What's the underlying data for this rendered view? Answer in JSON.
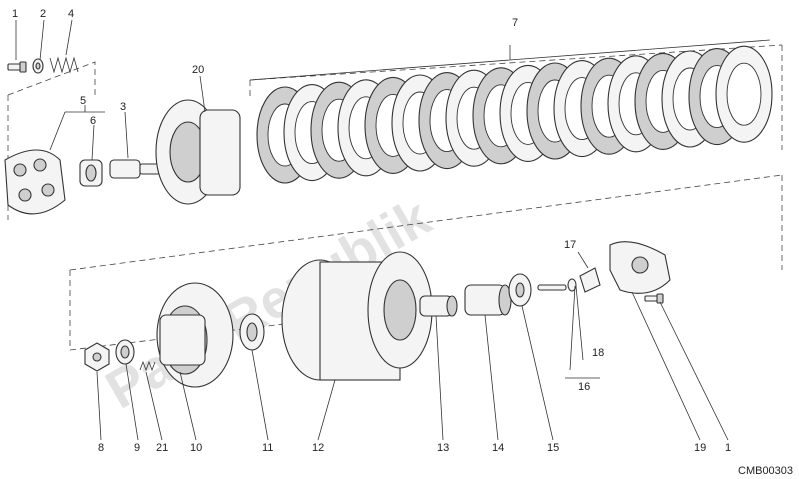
{
  "diagram": {
    "drawing_code": "CMB00303",
    "watermark": "PartsRepublik",
    "callouts": [
      {
        "id": "c1a",
        "label": "1"
      },
      {
        "id": "c2",
        "label": "2"
      },
      {
        "id": "c4",
        "label": "4"
      },
      {
        "id": "c5",
        "label": "5"
      },
      {
        "id": "c6",
        "label": "6"
      },
      {
        "id": "c3",
        "label": "3"
      },
      {
        "id": "c20",
        "label": "20"
      },
      {
        "id": "c7",
        "label": "7"
      },
      {
        "id": "c17",
        "label": "17"
      },
      {
        "id": "c18",
        "label": "18"
      },
      {
        "id": "c16",
        "label": "16"
      },
      {
        "id": "c8",
        "label": "8"
      },
      {
        "id": "c9",
        "label": "9"
      },
      {
        "id": "c21",
        "label": "21"
      },
      {
        "id": "c10",
        "label": "10"
      },
      {
        "id": "c11",
        "label": "11"
      },
      {
        "id": "c12",
        "label": "12"
      },
      {
        "id": "c13",
        "label": "13"
      },
      {
        "id": "c14",
        "label": "14"
      },
      {
        "id": "c15",
        "label": "15"
      },
      {
        "id": "c19",
        "label": "19"
      },
      {
        "id": "c1b",
        "label": "1"
      }
    ]
  }
}
